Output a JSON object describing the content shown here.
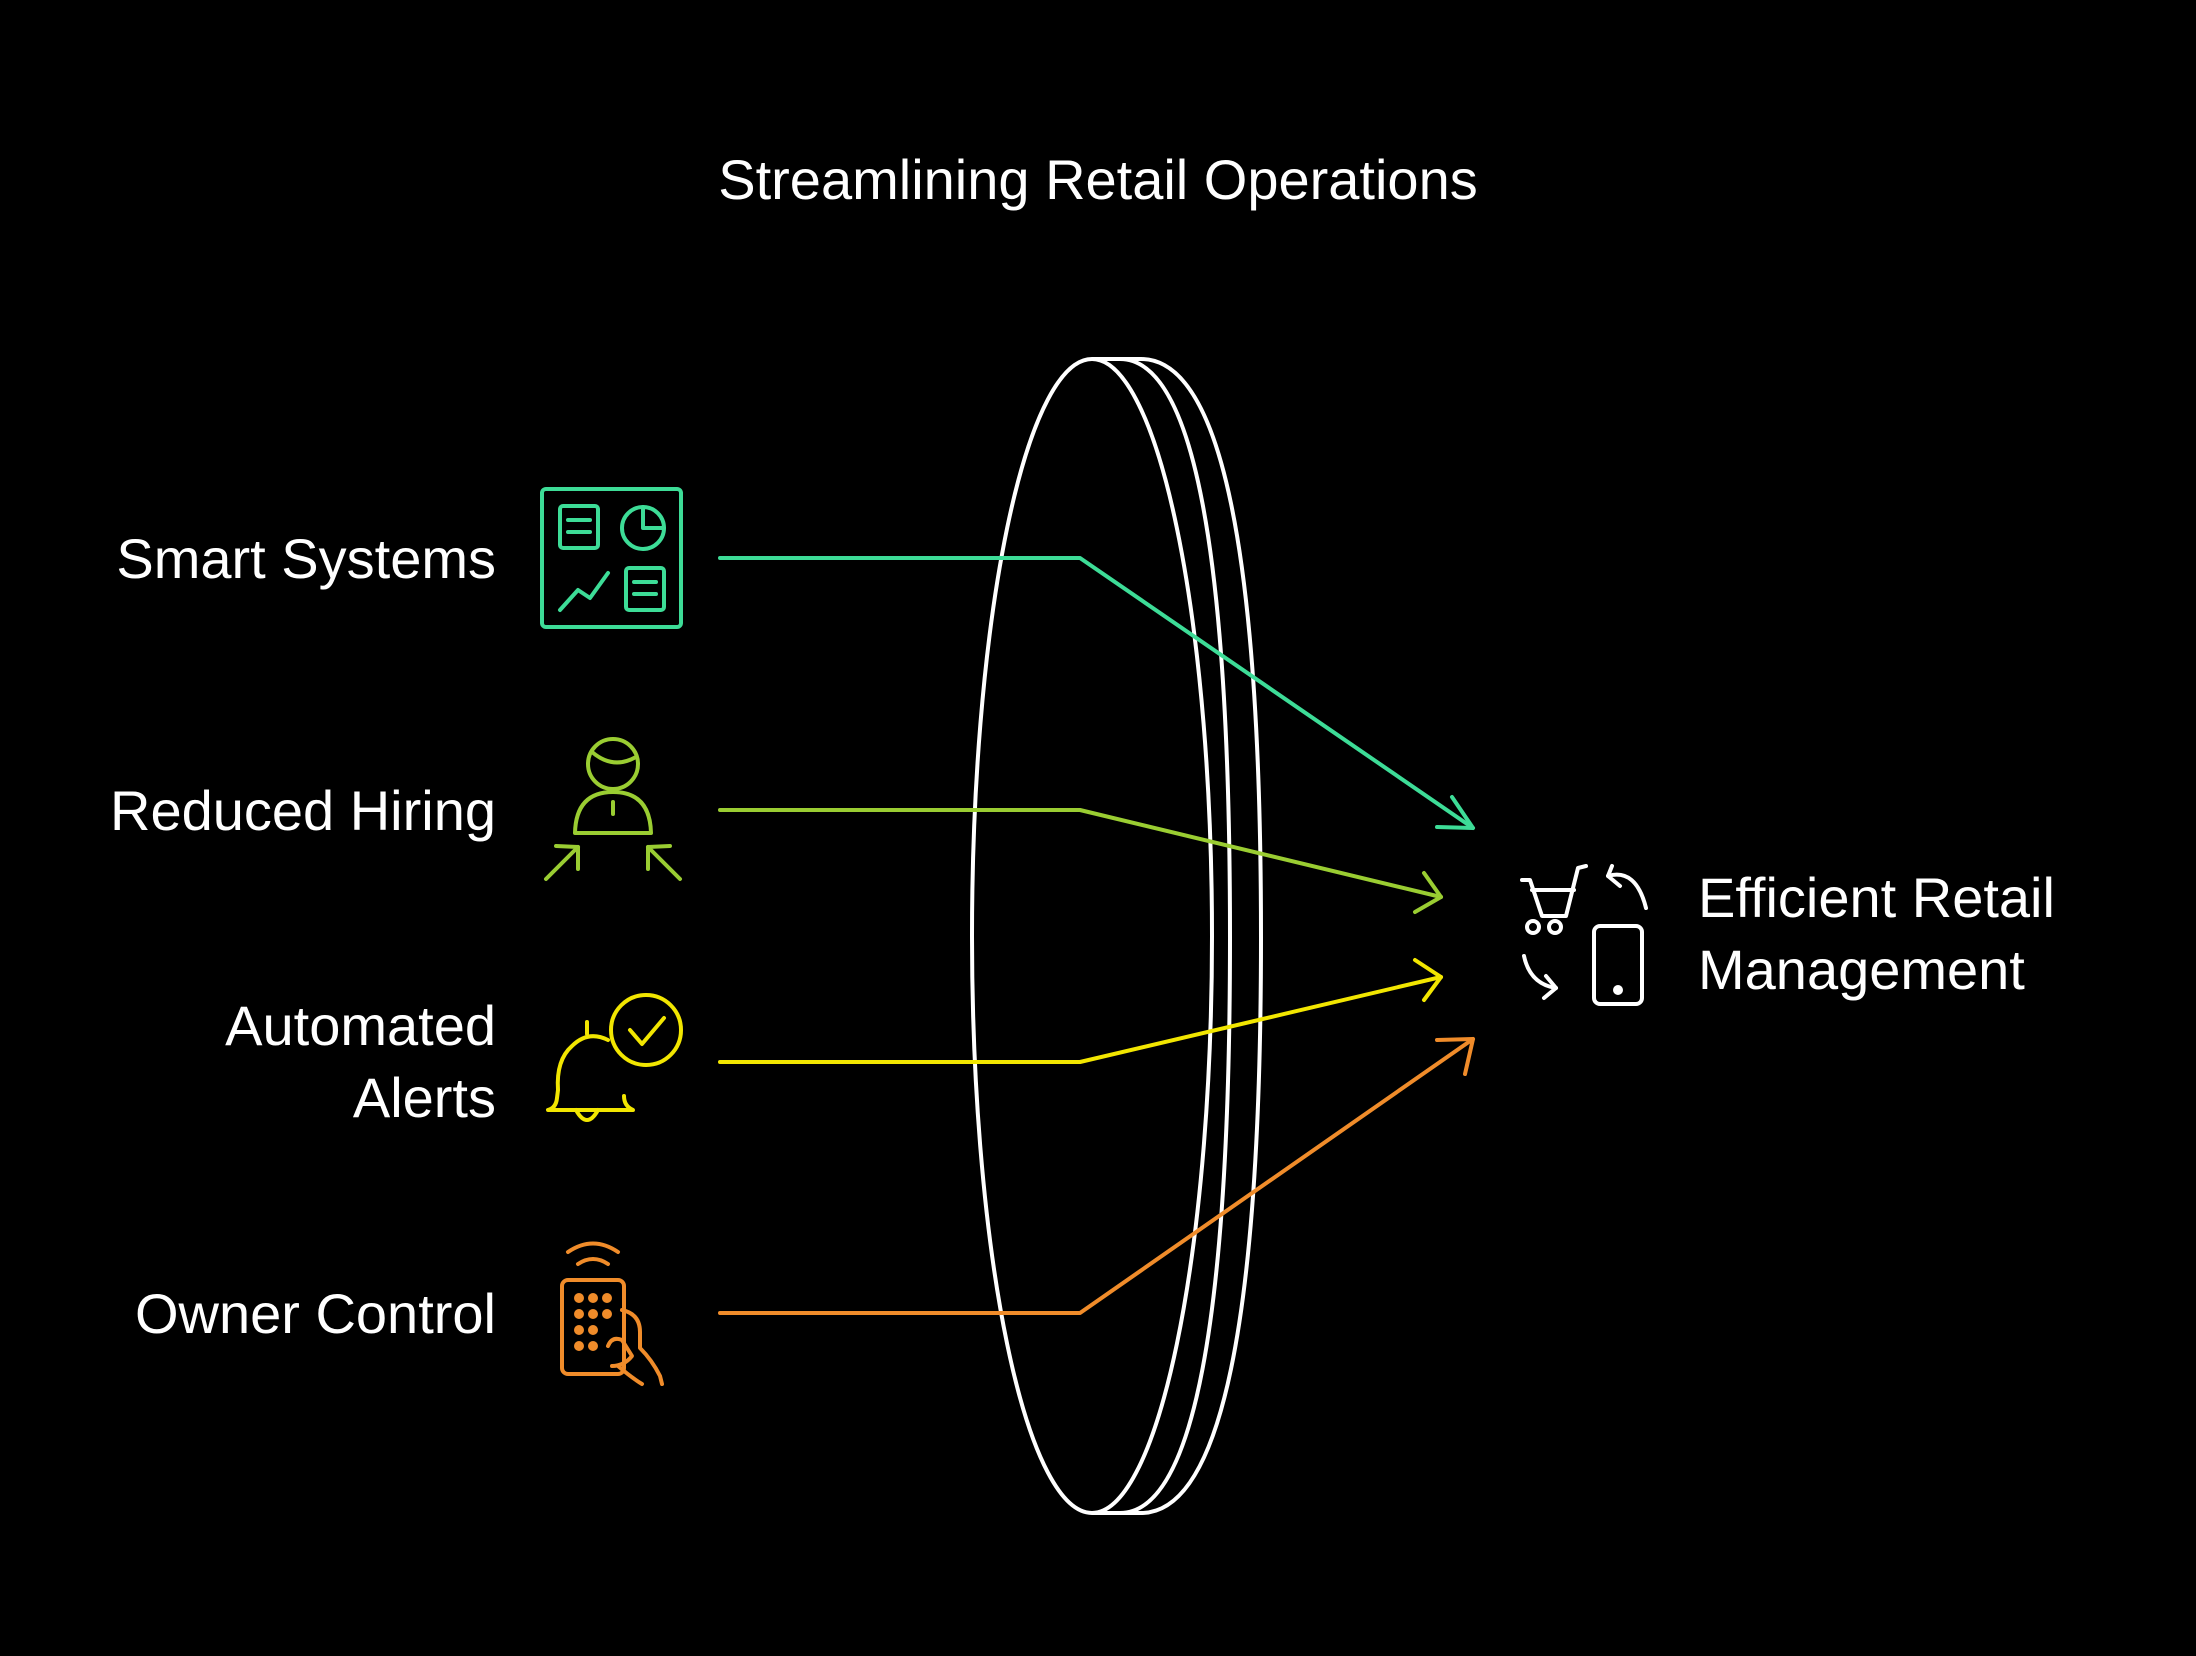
{
  "diagram": {
    "title": "Streamlining Retail Operations",
    "inputs": [
      {
        "id": "smart-systems",
        "label": "Smart Systems",
        "icon": "dashboard-icon",
        "color": "#3ddc97"
      },
      {
        "id": "reduced-hiring",
        "label": "Reduced Hiring",
        "icon": "person-arrows-icon",
        "color": "#9acd32"
      },
      {
        "id": "automated-alerts",
        "label_lines": [
          "Automated",
          "Alerts"
        ],
        "icon": "bell-check-icon",
        "color": "#f2e600"
      },
      {
        "id": "owner-control",
        "label": "Owner Control",
        "icon": "remote-control-icon",
        "color": "#f08c2a"
      }
    ],
    "lens": {
      "color": "#ffffff"
    },
    "output": {
      "label_lines": [
        "Efficient Retail",
        "Management"
      ],
      "icon": "cart-phone-sync-icon",
      "color": "#ffffff"
    },
    "background": "#000000"
  }
}
